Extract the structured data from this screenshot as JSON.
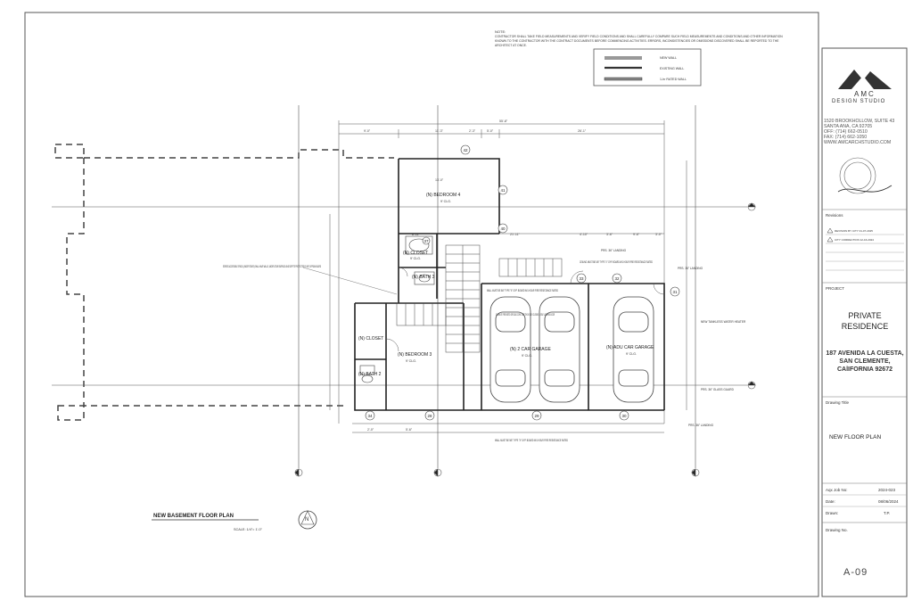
{
  "notes": {
    "heading": "NOTE:",
    "line1": "CONTRACTOR SHALL TAKE FIELD MEASUREMENTS AND VERIFY FIELD CONDITIONS AND SHALL CAREFULLY COMPARE SUCH FIELD MEASUREMENTS AND CONDITIONS AND OTHER INFORMATION",
    "line2": "KNOWN TO THE CONTRACTOR WITH THE CONTRACT DOCUMENTS BEFORE COMMENCING ACTIVITIES. ERRORS, INCONSISTENCIES OR OMISSIONS DISCOVERED SHALL BE REPORTED TO THE",
    "line3": "ARCHITECT AT ONCE."
  },
  "legend": {
    "items": [
      "NEW WALL",
      "EXISTING WALL",
      "1-hr RATED WALL"
    ]
  },
  "studio": {
    "name": "AMC",
    "subname": "DESIGN STUDIO",
    "address1": "1520 BROOKHOLLOW, SUITE 43",
    "address2": "SANTA ANA, CA 92705",
    "off": "OFF: (714) 662-0510",
    "fax": "FAX: (714) 662-1050",
    "web": "WWW.AMCARCHSTUDIO.COM"
  },
  "revisions": {
    "label": "Revisions",
    "items": [
      "REVISION BY CITY 01-07-2025",
      "CITY CORRECTION 12-16-2024"
    ]
  },
  "project": {
    "label": "PROJECT",
    "name1": "PRIVATE",
    "name2": "RESIDENCE",
    "addr1": "187 AVENIDA LA CUESTA,",
    "addr2": "SAN CLEMENTE,",
    "addr3": "CAlIFORNIA 92672"
  },
  "drawing": {
    "title_label": "Drawing Title",
    "title": "NEW FLOOR PLAN",
    "job_label": "Aqx Job No:",
    "job": "2024-023",
    "date_label": "Date:",
    "date": "08/06/2024",
    "drawn_label": "Drawn:",
    "drawn": "T.P.",
    "no_label": "Drawing No.",
    "number": "A-09"
  },
  "plan": {
    "title": "NEW BASEMENT FLOOR PLAN",
    "scale": "SCALE: 1/4\"= 1'-0\"",
    "rooms": {
      "bedroom4": "(N) BEDROOM 4",
      "bedroom4_sub": "9' CLG.",
      "closet1": "(N) CLOSET",
      "closet1_sub": "9' CLG.",
      "bath1": "(N) BATH 3",
      "closet2": "(N) CLOSET",
      "bath2": "(N) BATH 2",
      "bedroom3": "(N) BEDROOM 3",
      "bedroom3_sub": "9' CLG.",
      "garage": "(N) 2 CAR GARAGE",
      "garage_sub": "9' CLG.",
      "adu_garage": "(N) ADU CAR GARAGE",
      "adu_garage_sub": "9' CLG."
    },
    "tags": [
      "42",
      "41",
      "40",
      "37",
      "33",
      "32",
      "31",
      "34",
      "28",
      "29",
      "30"
    ],
    "annotations": {
      "egress": "EGRESS ACCESSIBLE SPACE (UNDER STAIRS) SHALL HAVE WALLS, UNDER-STAIR SURFACE AND SOFFITS PROTECTED BY 5/8\" GYPSUM BOARD",
      "wall1": "WALL MUST BE 5/8\" TYPE \"X\" GYP. BOARD W/1 HOUR FIRE RESISTANCE RATED",
      "wall2": "WALL MUST BE 5/8\" TYPE \"X\" GYP. BOARD W/1 HOUR FIRE RESISTANCE RATED",
      "ceiling": "CEILING MUST BE 5/8\" TYPE \"X\" GYP. BOARD W/1 HOUR FIRE RESISTANCE RATED",
      "door": "20 MINUTE FIRE RATED OR SOLID CORE 1-3/8\" THICK SELF-CLOSING & SELF-LATCHING DOOR",
      "heater": "NEW TANKLESS WATER HEATER",
      "landing1": "PRS. 36\" LANDING",
      "landing2": "PRS. 36\" LANDING",
      "landing3": "PRS. 36\" LANDING",
      "glass": "PRS. 36\" GLASS GUARD"
    },
    "dims": {
      "overall": "55'-8\"",
      "d1": "9'-0\"",
      "d2": "11'-3\"",
      "d3": "2'-3\"",
      "d4": "5'-0\"",
      "d5": "26'-1\"",
      "d6": "13'-0\"",
      "d7": "8'-11\"",
      "d8": "21'-11\"",
      "d9": "4'-10\"",
      "d10": "3'-6\"",
      "d11": "9'-6\"",
      "d12": "3'-0\"",
      "d13": "2'-0\"",
      "d14": "5'-6\""
    }
  }
}
